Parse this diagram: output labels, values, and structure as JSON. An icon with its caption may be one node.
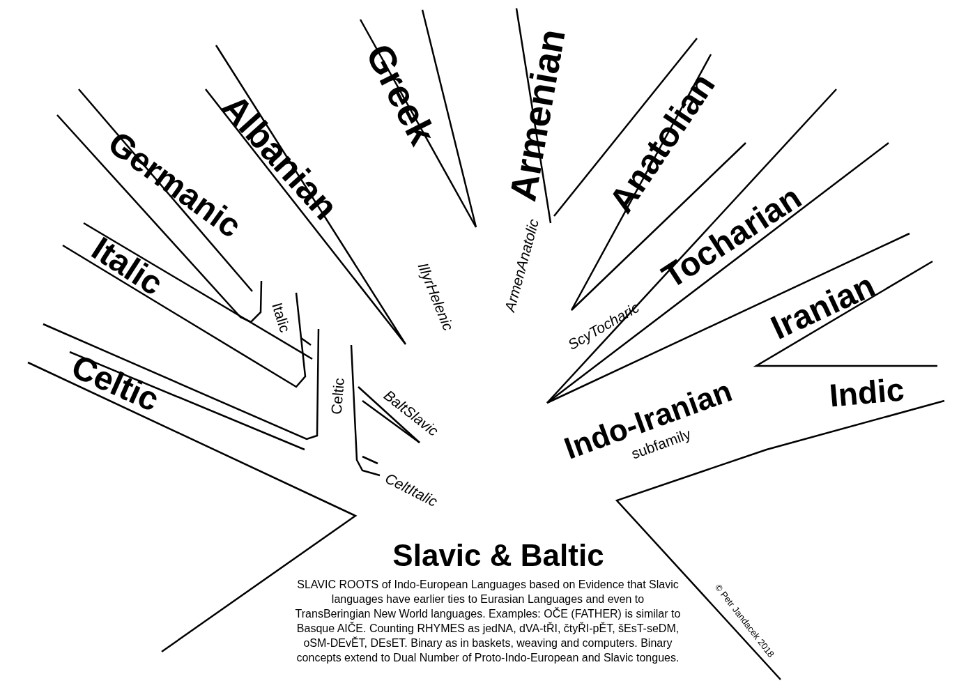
{
  "diagram": {
    "title": "Slavic & Baltic",
    "caption": "SLAVIC ROOTS of Indo-European Languages based on Evidence that Slavic languages have earlier ties to Eurasian Languages and even to TransBeringian New World languages. Examples:  OČE (FATHER) is similar to Basque AIČE. Counting RHYMES as jedNA, dVA-tŘI, čtyŘI-pĚT, šEsT-seDM, oSM-DEvĚT, DEsET. Binary as in baskets, weaving and computers. Binary concepts extend to Dual Number of Proto-Indo-European and Slavic tongues.",
    "labels": [
      "Greek",
      "Armenian",
      "Albanian",
      "Anatolian",
      "Germanic",
      "Tocharian",
      "Italic",
      "IllyrHelenic",
      "ArmenAnatolic",
      "Iranian",
      "ScyTocharic",
      "Italic",
      "Celtic",
      "Celtic",
      "Indo-Iranian",
      "Indic",
      "subfamily",
      "BaltSlavic",
      "CeltItalic",
      "© Petr Jandacek 2018"
    ]
  }
}
